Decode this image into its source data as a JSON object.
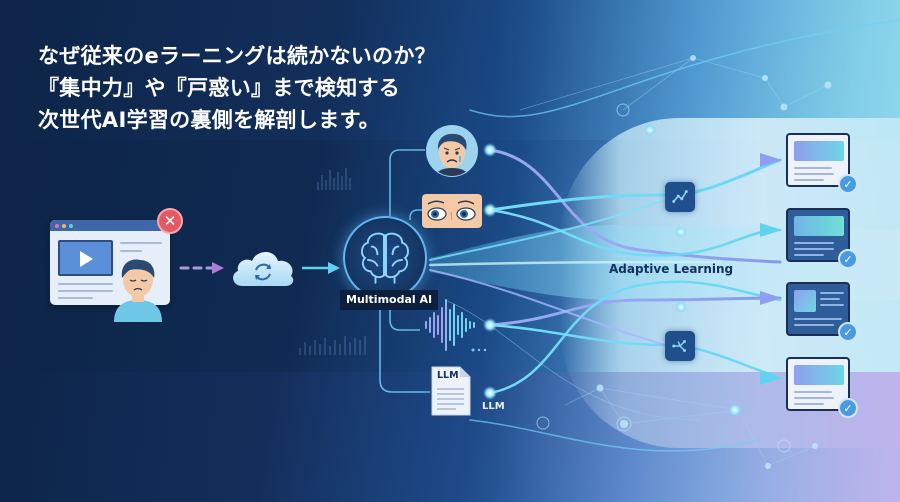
{
  "headline": {
    "line1": "なぜ従来のeラーニングは続かないのか？",
    "line2": "『集中力』や『戸惑い』まで検知する",
    "line3": "次世代AI学習の裏側を解剖します。"
  },
  "legacy_learning": {
    "window_icon": "video-player-window-icon",
    "status_icon": "close-icon",
    "status_glyph": "✕",
    "user_icon": "bored-user-icon",
    "dot_colors": [
      "#d9799c",
      "#e8b86b",
      "#5fd3c7"
    ]
  },
  "pipeline": {
    "cloud_icon": "cloud-sync-icon",
    "hub_label": "Multimodal AI",
    "hub_icon": "brain-icon"
  },
  "inputs": [
    {
      "name": "facial-expression",
      "icon": "confused-face-icon"
    },
    {
      "name": "eye-tracking",
      "icon": "eyes-icon"
    },
    {
      "name": "voice",
      "icon": "sound-wave-icon"
    },
    {
      "name": "llm-document",
      "icon": "document-icon",
      "doc_label": "LLM",
      "label": "LLM"
    }
  ],
  "adaptive": {
    "label": "Adaptive Learning",
    "nodes": [
      {
        "icon": "trend-chart-icon"
      },
      {
        "icon": "branching-path-icon"
      }
    ]
  },
  "outputs": [
    {
      "style": "light",
      "layout": "banner",
      "check_glyph": "✓"
    },
    {
      "style": "dark",
      "layout": "banner",
      "check_glyph": "✓"
    },
    {
      "style": "dark",
      "layout": "thumbnail",
      "check_glyph": "✓"
    },
    {
      "style": "light",
      "layout": "banner",
      "check_glyph": "✓"
    }
  ],
  "colors": {
    "background_dark": "#0d2447",
    "accent_cyan": "#5fd3f0",
    "accent_violet": "#8f9ff0",
    "alert_red": "#e25a63",
    "check_blue": "#4a9ae0",
    "label_navy": "#14305e"
  }
}
